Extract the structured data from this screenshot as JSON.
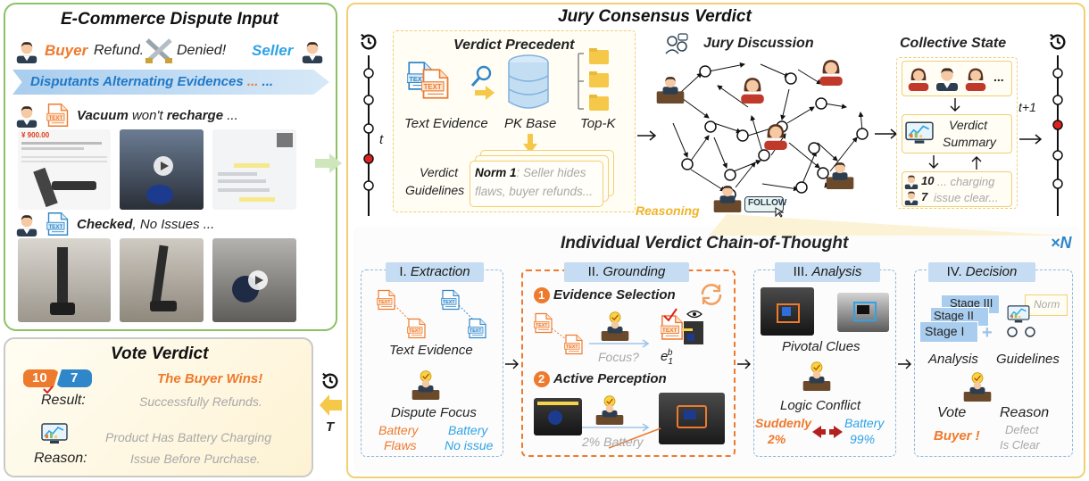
{
  "left": {
    "title": "E-Commerce Dispute Input",
    "buyer": "Buyer",
    "buyer_msg": "Refund.",
    "denied": "Denied!",
    "seller": "Seller",
    "banner": "Disputants Alternating Evidences",
    "banner_dots1": "...",
    "banner_dots2": "...",
    "text_tag": "TEXT",
    "buyer_line_bold": "Vacuum",
    "buyer_line_mid": " won't ",
    "buyer_line_bold2": "recharge",
    "buyer_line_end": " ...",
    "price": "¥ 900.00",
    "seller_line_bold": "Checked",
    "seller_line_end": ", No Issues ..."
  },
  "vote": {
    "title": "Vote Verdict",
    "score_left": "10",
    "score_right": "7",
    "result_label": "Result:",
    "result_main": "The Buyer Wins!",
    "result_sub": "Successfully Refunds.",
    "reason_label": "Reason:",
    "reason_line1": "Product Has Battery Charging",
    "reason_line2": "Issue Before Purchase.",
    "t_label": "T"
  },
  "jury": {
    "title": "Jury Consensus Verdict",
    "precedent_title": "Verdict Precedent",
    "text_evidence": "Text Evidence",
    "pk_base": "PK Base",
    "top_k": "Top-K",
    "text_tag": "TEXT",
    "guidelines_l1": "Verdict",
    "guidelines_l2": "Guidelines",
    "norm_bold": "Norm 1",
    "norm_rest": ": Seller hides",
    "norm_l2": "flaws, buyer refunds...",
    "discussion_title": "Jury Discussion",
    "follow": "FOLLOW",
    "reasoning": "Reasoning",
    "collective_title": "Collective State",
    "dots": "...",
    "summary_l1": "Verdict",
    "summary_l2": "Summary",
    "vote10": "10",
    "vote10_txt": "... charging",
    "vote7": "7",
    "vote7_txt": "issue clear...",
    "t_label": "t",
    "t1_label": "t+1"
  },
  "cot": {
    "title": "Individual Verdict Chain-of-Thought",
    "times_n": "×N",
    "s1_num": "I.",
    "s1_name": "Extraction",
    "text_tag": "TEXT",
    "s1_text_evidence": "Text Evidence",
    "s1_dispute_focus": "Dispute Focus",
    "s1_battery_flaws_l1": "Battery",
    "s1_battery_flaws_l2": "Flaws",
    "s1_battery_ok_l1": "Battery",
    "s1_battery_ok_l2": "No issue",
    "s2_num": "II.",
    "s2_name": "Grounding",
    "s2_step1_num": "1",
    "s2_step1": "Evidence  Selection",
    "s2_focus": "Focus?",
    "s2_e1": "e",
    "s2_e1_sup": "b",
    "s2_e1_sub": "1",
    "s2_step2_num": "2",
    "s2_step2": "Active Perception",
    "s2_battery": "2% Battery",
    "s3_num": "III.",
    "s3_name": "Analysis",
    "s3_pivotal": "Pivotal Clues",
    "s3_conflict": "Logic Conflict",
    "s3_sudden_l1": "Suddenly",
    "s3_sudden_l2": "2%",
    "s3_battery_l1": "Battery",
    "s3_battery_l2": "99%",
    "s4_num": "IV.",
    "s4_name": "Decision",
    "s4_stage3": "Stage III",
    "s4_stage2": "Stage II",
    "s4_stage1": "Stage I",
    "s4_norm": "Norm",
    "s4_analysis": "Analysis",
    "s4_guidelines": "Guidelines",
    "s4_vote": "Vote",
    "s4_reason": "Reason",
    "s4_buyer": "Buyer !",
    "s4_defect_l1": "Defect",
    "s4_defect_l2": "Is Clear"
  },
  "colors": {
    "orange": "#ee7a2d",
    "blue": "#2fa3e6",
    "green_border": "#8cc264",
    "gold_border": "#f2cf73",
    "stage_blue": "#c5dcf2",
    "red_node": "#e02020"
  }
}
